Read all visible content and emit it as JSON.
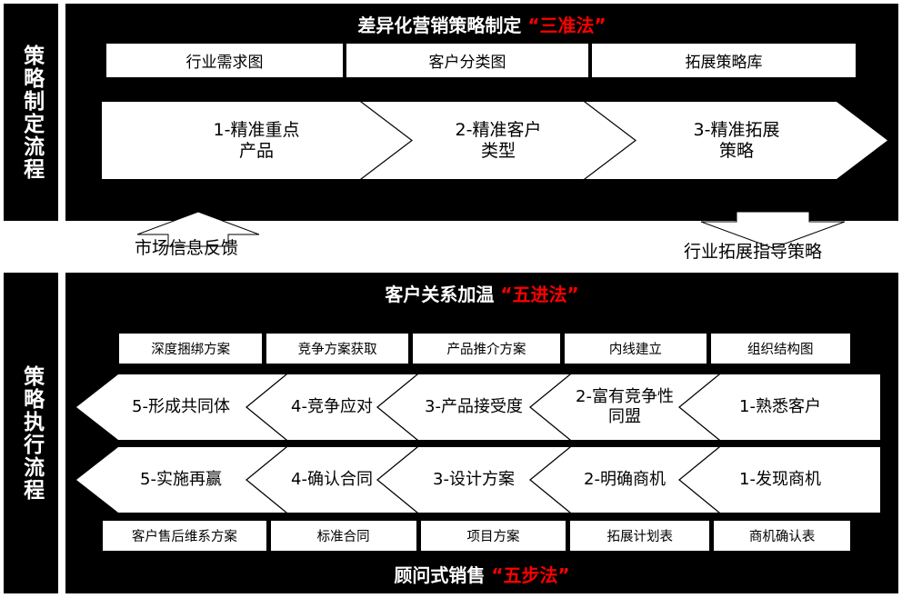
{
  "rails": {
    "top": "策略制定流程",
    "bottom": "策略执行流程"
  },
  "colors": {
    "panel_bg": "#000000",
    "box_bg": "#ffffff",
    "accent_red": "#ff0000",
    "text_light": "#ffffff",
    "text_dark": "#000000"
  },
  "top_panel": {
    "title_main": "差异化营销策略制定",
    "title_highlight": "“三准法”",
    "tools": [
      "行业需求图",
      "客户分类图",
      "拓展策略库"
    ],
    "steps": [
      "1-精准重点\n产品",
      "2-精准客户\n类型",
      "3-精准拓展\n策略"
    ],
    "steps_lines": [
      [
        "1-精准重点",
        "产品"
      ],
      [
        "2-精准客户",
        "类型"
      ],
      [
        "3-精准拓展",
        "策略"
      ]
    ],
    "direction": "right"
  },
  "connectors": {
    "left": {
      "label": "市场信息反馈",
      "direction": "up"
    },
    "right": {
      "label": "行业拓展指导策略",
      "direction": "down"
    }
  },
  "bottom_panel": {
    "title_top_main": "客户关系加温",
    "title_top_highlight": "“五进法”",
    "title_bottom_main": "顾问式销售",
    "title_bottom_highlight": "“五步法”",
    "tools_top": [
      "深度捆绑方案",
      "竞争方案获取",
      "产品推介方案",
      "内线建立",
      "组织结构图"
    ],
    "steps_row1": [
      [
        "5-形成共同体"
      ],
      [
        "4-竞争应对"
      ],
      [
        "3-产品接受度"
      ],
      [
        "2-富有竞争性",
        "同盟"
      ],
      [
        "1-熟悉客户"
      ]
    ],
    "steps_row2": [
      [
        "5-实施再赢"
      ],
      [
        "4-确认合同"
      ],
      [
        "3-设计方案"
      ],
      [
        "2-明确商机"
      ],
      [
        "1-发现商机"
      ]
    ],
    "tools_bottom": [
      "客户售后维系方案",
      "标准合同",
      "项目方案",
      "拓展计划表",
      "商机确认表"
    ],
    "direction": "left"
  }
}
